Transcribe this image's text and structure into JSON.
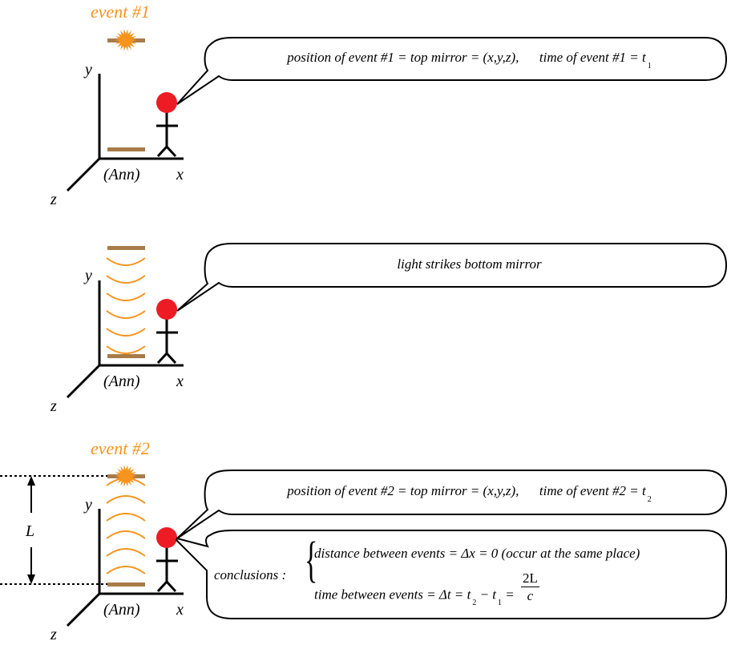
{
  "colors": {
    "event_orange": "#f7941d",
    "mirror_brown": "#a87b48",
    "head_red": "#ed1c24",
    "line_black": "#000000"
  },
  "panels": [
    {
      "id": "panel-1",
      "event_label": "event #1",
      "axis": {
        "x": "x",
        "y": "y",
        "z": "z",
        "observer": "(Ann)"
      },
      "light_waves": "none",
      "flash_at": "top-mirror",
      "bubble": {
        "left": "position of event #1 = top mirror = (x,y,z),",
        "right": "time of event #1 = t",
        "right_sub": "1"
      }
    },
    {
      "id": "panel-2",
      "event_label": "",
      "axis": {
        "x": "x",
        "y": "y",
        "z": "z",
        "observer": "(Ann)"
      },
      "light_waves": "downward",
      "flash_at": "none",
      "bubble": {
        "text": "light strikes bottom mirror"
      }
    },
    {
      "id": "panel-3",
      "event_label": "event #2",
      "axis": {
        "x": "x",
        "y": "y",
        "z": "z",
        "observer": "(Ann)"
      },
      "light_waves": "upward",
      "flash_at": "top-mirror",
      "dimension_label": "L",
      "bubble": {
        "left": "position of event #2 = top mirror = (x,y,z),",
        "right": "time of event #2 = t",
        "right_sub": "2"
      },
      "conclusions": {
        "label": "conclusions :",
        "row1": "distance between events = Δx = 0 (occur at the same place)",
        "row2_prefix": "time between events = Δt = t",
        "row2_sub2": "2",
        "row2_minus": " − t",
        "row2_sub1": "1",
        "row2_eq": " = ",
        "frac_num": "2L",
        "frac_den": "c"
      }
    }
  ]
}
